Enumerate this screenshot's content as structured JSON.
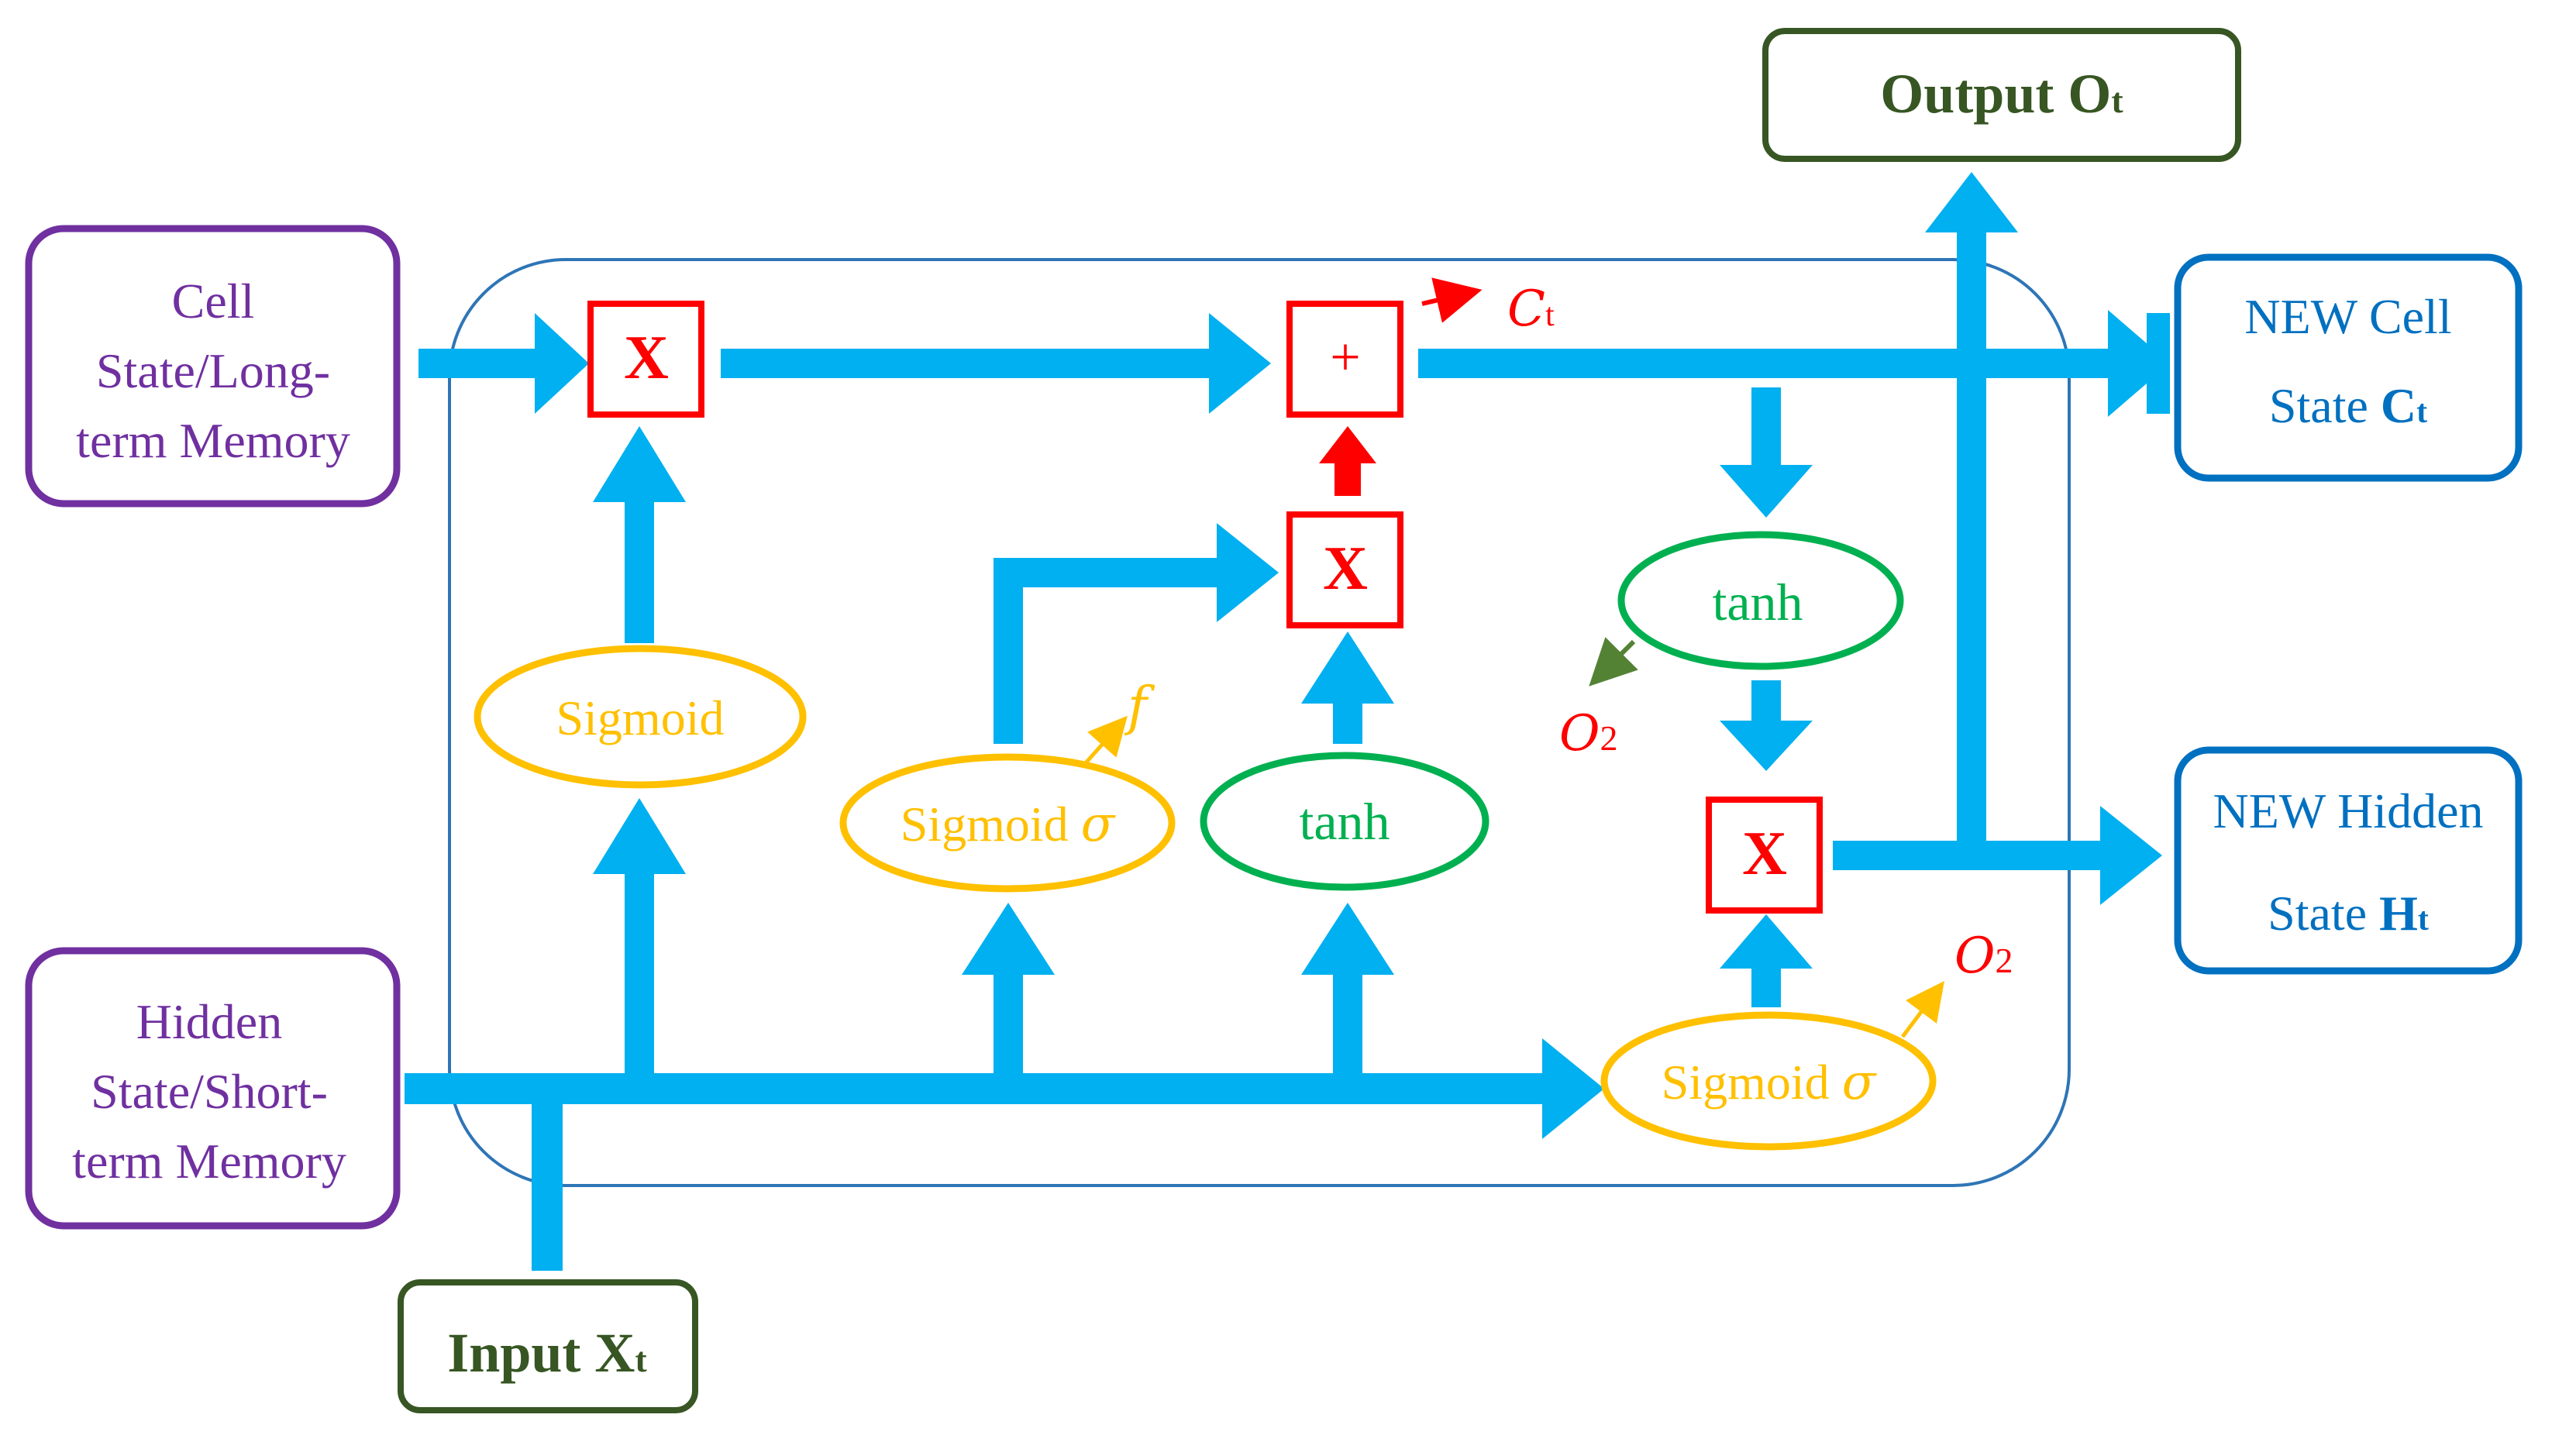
{
  "colors": {
    "flow": "#00b0f0",
    "frame": "#2e75b6",
    "memory": "#7030a0",
    "io": "#375623",
    "newstate": "#0070c0",
    "op": "#ff0000",
    "sigmoid": "#ffc000",
    "tanh": "#00b050",
    "o2_dark": "#548235"
  },
  "boxes": {
    "cell_state": [
      "Cell",
      "State/Long-",
      "term Memory"
    ],
    "hidden_state": [
      "Hidden",
      "State/Short-",
      "term Memory"
    ],
    "input": {
      "text": "Input X",
      "sub": "t"
    },
    "output": {
      "text": "Output O",
      "sub": "t"
    },
    "new_cell": {
      "line1": "NEW Cell",
      "line2": "State ",
      "bold": "C",
      "sub": "t"
    },
    "new_hidden": {
      "line1": "NEW Hidden",
      "line2": "State ",
      "bold": "H",
      "sub": "t"
    }
  },
  "ops": {
    "mul": "X",
    "add": "+"
  },
  "gates": {
    "forget": "Sigmoid",
    "input_gate": "Sigmoid",
    "input_gate_sigma": "σ",
    "candidate": "tanh",
    "cell_tanh": "tanh",
    "output_gate": "Sigmoid",
    "output_gate_sigma": "σ"
  },
  "annotations": {
    "ct": "C",
    "ct_sub": "t",
    "f": "f",
    "o2_a": "O",
    "o2_a_sub": "2",
    "o2_b": "O",
    "o2_b_sub": "2"
  }
}
